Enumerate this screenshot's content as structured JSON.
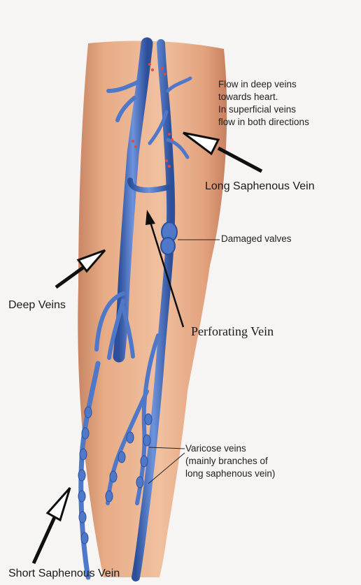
{
  "labels": {
    "flow_note": "Flow in deep veins\ntowards heart.\nIn superficial veins\nflow in both directions",
    "long_saphenous": "Long Saphenous Vein",
    "damaged_valves": "Damaged valves",
    "deep_veins": "Deep Veins",
    "perforating": "Perforating Vein",
    "varicose": "Varicose veins\n(mainly branches of\nlong saphenous vein)",
    "short_saphenous": "Short Saphenous Vein"
  },
  "colors": {
    "background": "#f6f5f3",
    "skin": "#e9b08b",
    "skin_shadow": "#c98563",
    "vein": "#4f78c8",
    "vein_dark": "#2d4f99",
    "valve": "#e24b3c",
    "arrow": "#0f0f0f"
  }
}
